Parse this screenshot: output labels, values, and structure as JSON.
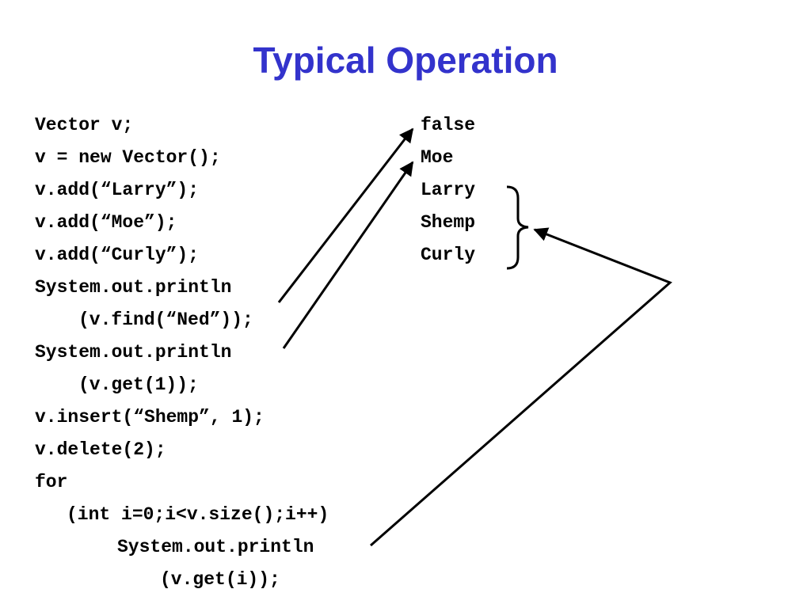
{
  "slide": {
    "title": "Typical Operation"
  },
  "code_lines": [
    "Vector v;",
    "v = new Vector();",
    "v.add(“Larry”);",
    "v.add(“Moe”);",
    "v.add(“Curly”);",
    "System.out.println",
    "(v.find(“Ned”));",
    "System.out.println",
    "(v.get(1));",
    "v.insert(“Shemp”, 1);",
    "v.delete(2);",
    "for",
    "(int i=0;i<v.size();i++)",
    "System.out.println",
    "(v.get(i));"
  ],
  "output_lines": [
    "false",
    "Moe",
    "Larry",
    "Shemp",
    "Curly"
  ]
}
